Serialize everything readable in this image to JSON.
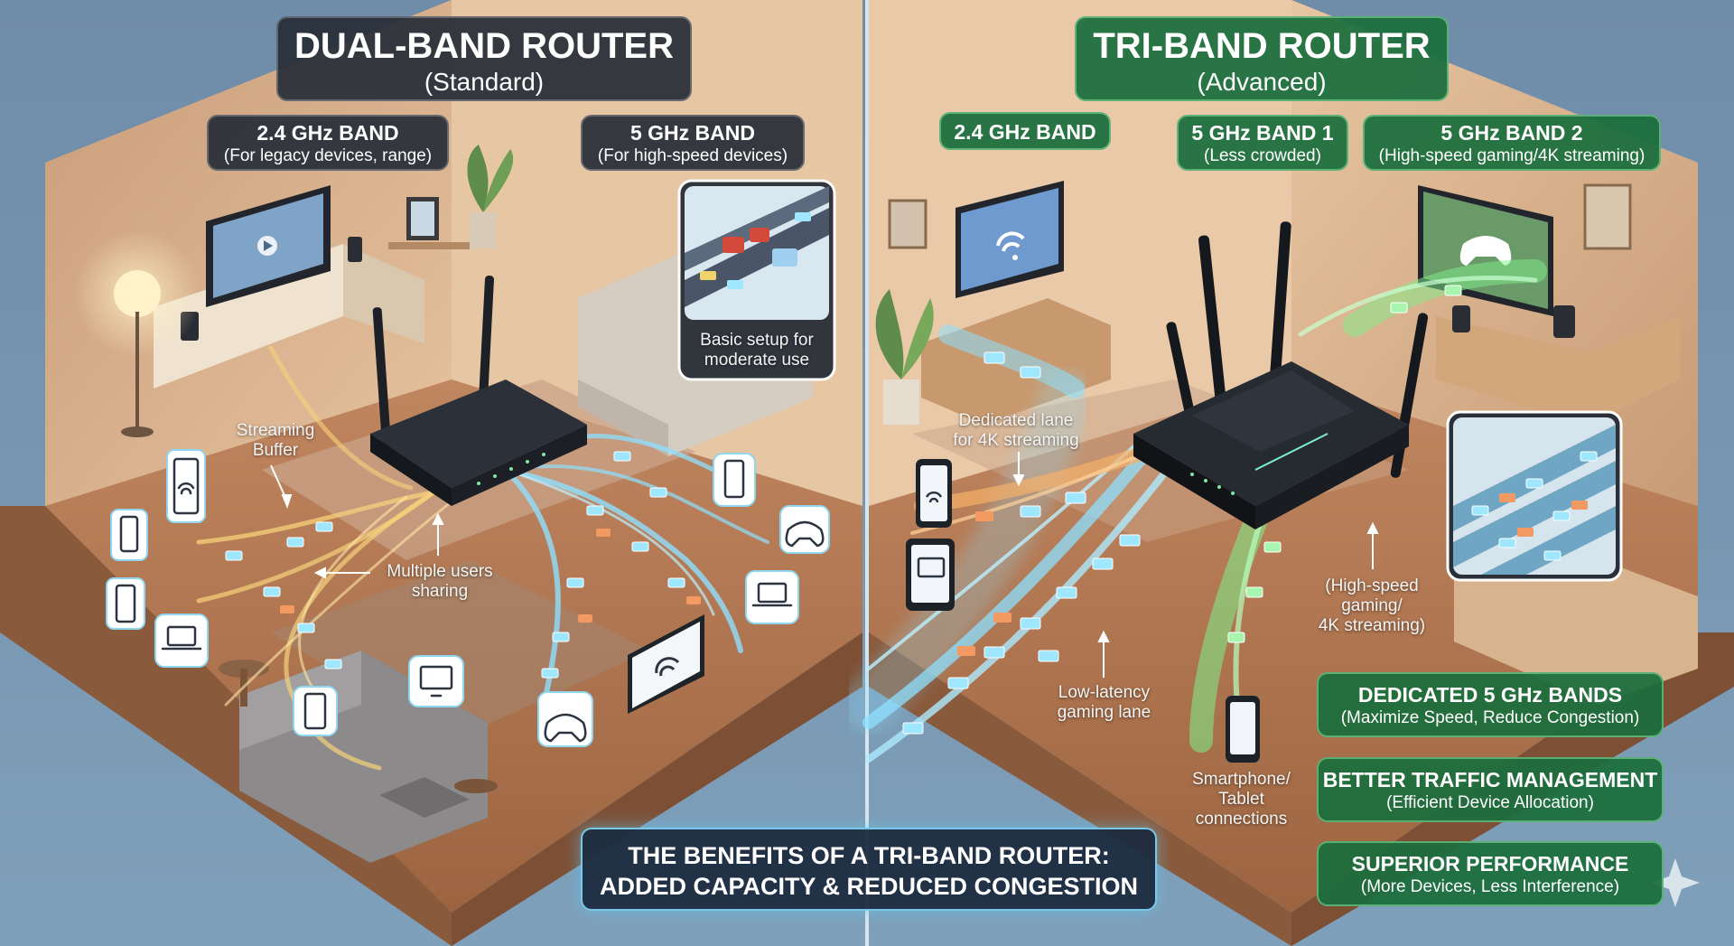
{
  "left": {
    "title": "DUAL-BAND ROUTER",
    "subtitle": "(Standard)",
    "band1": {
      "title": "2.4 GHz BAND",
      "sub": "(For legacy devices, range)"
    },
    "band2": {
      "title": "5 GHz BAND",
      "sub": "(For high-speed devices)"
    },
    "inset_caption": "Basic setup for\nmoderate use",
    "ann_streaming": "Streaming\nBuffer",
    "ann_multiple": "Multiple users\nsharing"
  },
  "right": {
    "title": "TRI-BAND ROUTER",
    "subtitle": "(Advanced)",
    "band1": {
      "title": "2.4 GHz BAND"
    },
    "band2": {
      "title": "5 GHz BAND 1",
      "sub": "(Less crowded)"
    },
    "band3": {
      "title": "5 GHz BAND 2",
      "sub": "(High-speed gaming/4K streaming)"
    },
    "ann_dedicated": "Dedicated lane\nfor 4K streaming",
    "ann_highspeed": "(High-speed\ngaming/\n4K streaming)",
    "ann_lowlatency": "Low-latency\ngaming lane",
    "ann_smartphone": "Smartphone/\nTablet\nconnections",
    "features": [
      {
        "title": "DEDICATED 5 GHz BANDS",
        "sub": "(Maximize Speed, Reduce Congestion)"
      },
      {
        "title": "BETTER TRAFFIC MANAGEMENT",
        "sub": "(Efficient Device Allocation)"
      },
      {
        "title": "SUPERIOR PERFORMANCE",
        "sub": "(More Devices, Less Interference)"
      }
    ]
  },
  "banner": {
    "line1": "THE BENEFITS OF A TRI-BAND ROUTER:",
    "line2": "ADDED CAPACITY & REDUCED CONGESTION"
  },
  "colors": {
    "band_24": "#f2c45a",
    "band_5": "#7ad8f8",
    "band_5_2": "#7ef08a",
    "dark_label": "#262c36",
    "green_label": "#1a6e3c",
    "floor": "#b27850",
    "wall": "#d9b08a"
  }
}
